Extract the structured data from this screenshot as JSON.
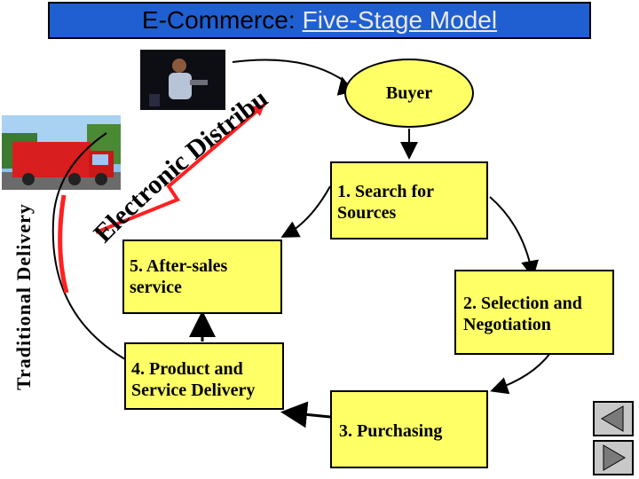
{
  "title": {
    "prefix": "E-Commerce:",
    "highlight": "Five-Stage Model"
  },
  "buyer": "Buyer",
  "stages": [
    {
      "label": "1.  Search for Sources"
    },
    {
      "label": "2.  Selection and Negotiation"
    },
    {
      "label": "3.  Purchasing"
    },
    {
      "label": "4.  Product and Service Delivery"
    },
    {
      "label": "5.  After-sales service"
    }
  ],
  "traditional_delivery": "Traditional Delivery",
  "electronic_distribution": "Electronic Distribution",
  "colors": {
    "title_bg": "#1f5fd1",
    "box_fill": "#ffff66",
    "arrow_red": "#ff2020"
  },
  "icons": [
    "presenter-photo",
    "truck-photo",
    "prev-slide-icon",
    "next-slide-icon"
  ]
}
